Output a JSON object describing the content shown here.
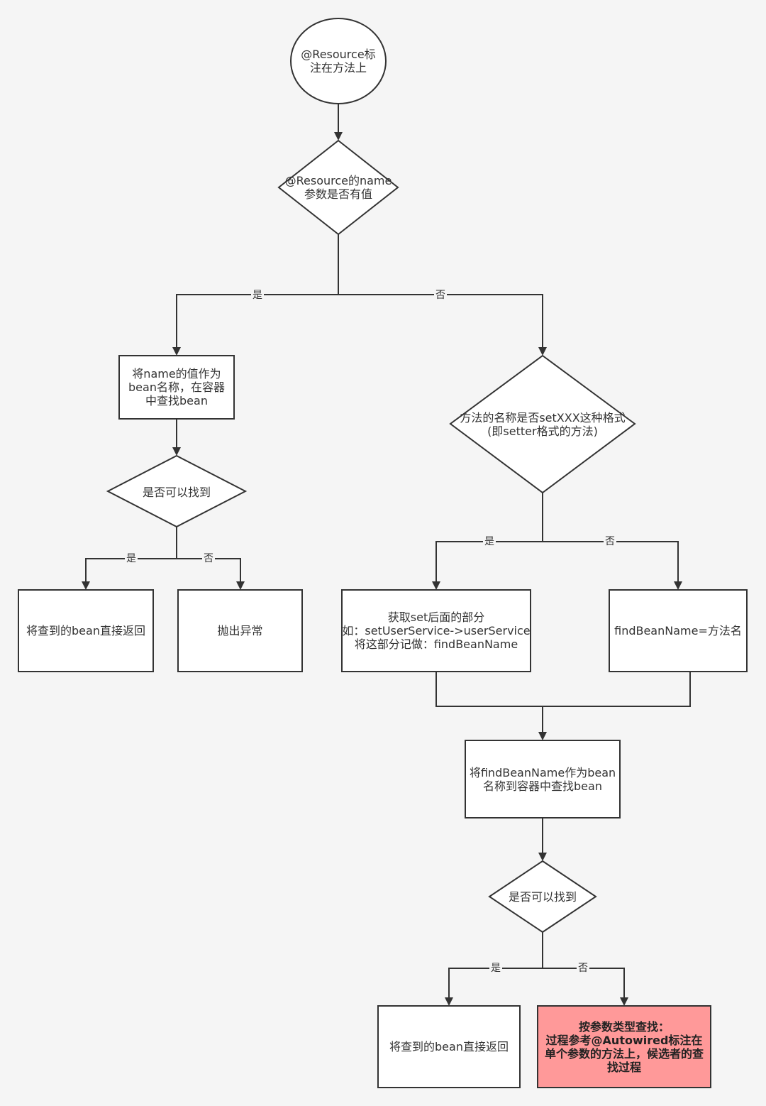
{
  "nodes": {
    "start": "@Resource标\n注在方法上",
    "q_name": "@Resource的name\n参数是否有值",
    "use_name": "将name的值作为\nbean名称，在容器\n中查找bean",
    "q_found_left": "是否可以找到",
    "return_left": "将查到的bean直接返回",
    "throw": "抛出异常",
    "q_setter": "方法的名称是否setXXX这种格式\n(即setter格式的方法)",
    "get_set_part": "获取set后面的部分\n如：setUserService->userService\n将这部分记做：findBeanName",
    "method_name": "findBeanName=方法名",
    "find_by_name": "将findBeanName作为bean\n名称到容器中查找bean",
    "q_found_bottom": "是否可以找到",
    "return_bottom": "将查到的bean直接返回",
    "by_type": "按参数类型查找：\n过程参考@Autowired标注在\n单个参数的方法上，候选者的查\n找过程"
  },
  "edge_labels": {
    "name_yes": "是",
    "name_no": "否",
    "found_left_yes": "是",
    "found_left_no": "否",
    "setter_yes": "是",
    "setter_no": "否",
    "found_bottom_yes": "是",
    "found_bottom_no": "否"
  },
  "colors": {
    "stroke": "#333333",
    "background": "#f5f5f5",
    "node_fill": "#ffffff",
    "highlight_fill": "#ff9999",
    "highlight_stroke": "#b85450"
  }
}
